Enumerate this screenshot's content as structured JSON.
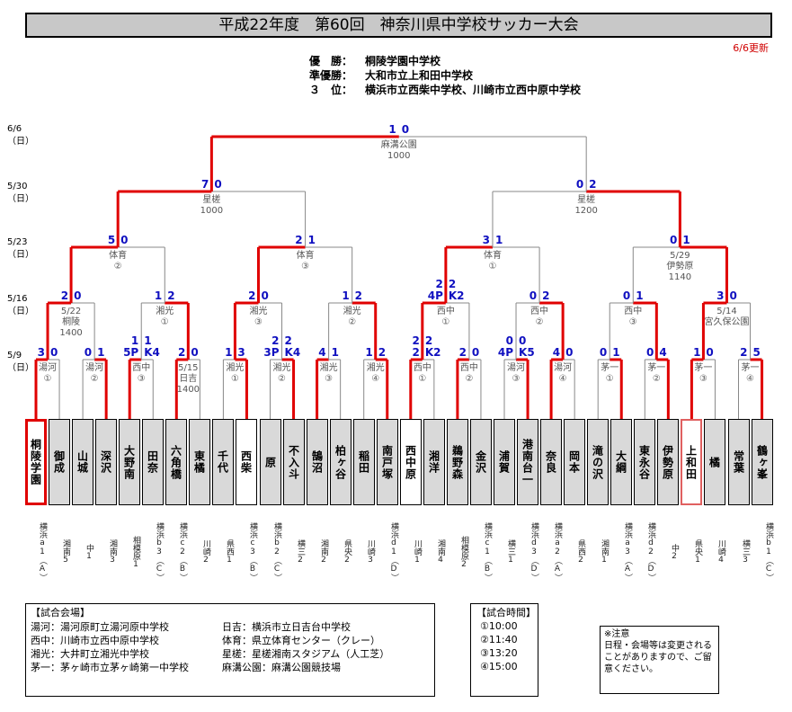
{
  "title": "平成22年度　第60回　神奈川県中学校サッカー大会",
  "updated": "6/6更新",
  "results": {
    "winner_label": "優　勝：",
    "winner": "桐陵学園中学校",
    "runner_label": "準優勝：",
    "runner": "大和市立上和田中学校",
    "third_label": "３　位：",
    "third": "横浜市立西柴中学校、川崎市立西中原中学校"
  },
  "rounds": [
    {
      "date": "6/6",
      "day": "（日）"
    },
    {
      "date": "5/30",
      "day": "（日）"
    },
    {
      "date": "5/23",
      "day": "（日）"
    },
    {
      "date": "5/16",
      "day": "（日）"
    },
    {
      "date": "5/9",
      "day": "（日）"
    }
  ],
  "teams": [
    {
      "name": "桐陵学園",
      "sub": "横浜a1（A）",
      "style": "winner"
    },
    {
      "name": "御成",
      "sub": "湘南5",
      "style": "gray"
    },
    {
      "name": "山城",
      "sub": "中1",
      "style": "gray"
    },
    {
      "name": "深沢",
      "sub": "湘南3",
      "style": "gray"
    },
    {
      "name": "大野南",
      "sub": "相模原1",
      "style": "gray"
    },
    {
      "name": "田奈",
      "sub": "横浜b3（C）",
      "style": "gray"
    },
    {
      "name": "六角橋",
      "sub": "横浜c2（B）",
      "style": "gray"
    },
    {
      "name": "東橘",
      "sub": "川崎2",
      "style": "gray"
    },
    {
      "name": "千代",
      "sub": "県西1",
      "style": "gray"
    },
    {
      "name": "西柴",
      "sub": "横浜c3（B）",
      "style": "white"
    },
    {
      "name": "原",
      "sub": "横浜b2（C）",
      "style": "gray"
    },
    {
      "name": "不入斗",
      "sub": "横三2",
      "style": "gray"
    },
    {
      "name": "鵠沼",
      "sub": "湘南2",
      "style": "gray"
    },
    {
      "name": "柏ヶ谷",
      "sub": "県央2",
      "style": "gray"
    },
    {
      "name": "稲田",
      "sub": "川崎3",
      "style": "gray"
    },
    {
      "name": "南戸塚",
      "sub": "横浜d1（D）",
      "style": "gray"
    },
    {
      "name": "西中原",
      "sub": "川崎1",
      "style": "white"
    },
    {
      "name": "湘洋",
      "sub": "湘南4",
      "style": "gray"
    },
    {
      "name": "鵜野森",
      "sub": "相模原2",
      "style": "gray"
    },
    {
      "name": "金沢",
      "sub": "横浜c1（B）",
      "style": "gray"
    },
    {
      "name": "浦賀",
      "sub": "横三1",
      "style": "gray"
    },
    {
      "name": "港南台一",
      "sub": "横浜d3（D）",
      "style": "gray"
    },
    {
      "name": "奈良",
      "sub": "横浜a2（A）",
      "style": "gray"
    },
    {
      "name": "岡本",
      "sub": "県西2",
      "style": "gray"
    },
    {
      "name": "滝の沢",
      "sub": "湘南1",
      "style": "gray"
    },
    {
      "name": "大綱",
      "sub": "横浜a3（A）",
      "style": "gray"
    },
    {
      "name": "東永谷",
      "sub": "横浜d2（D）",
      "style": "gray"
    },
    {
      "name": "伊勢原",
      "sub": "中2",
      "style": "gray"
    },
    {
      "name": "上和田",
      "sub": "県央1",
      "style": "runner"
    },
    {
      "name": "橘",
      "sub": "川崎4",
      "style": "gray"
    },
    {
      "name": "常葉",
      "sub": "横三3",
      "style": "gray"
    },
    {
      "name": "鶴ヶ峯",
      "sub": "横浜b1（C）",
      "style": "gray"
    }
  ],
  "r1": [
    {
      "l": "3",
      "r": "0",
      "venue": "湯河",
      "slot": "①",
      "w": 0
    },
    {
      "l": "0",
      "r": "1",
      "venue": "湯河",
      "slot": "②",
      "w": 1
    },
    {
      "l": "5P",
      "r": "K4",
      "venue": "西中",
      "slot": "③",
      "w": 0
    },
    {
      "l": "2",
      "r": "0",
      "venue": "5/15",
      "slot": "日吉",
      "extra": "1400",
      "w": 0
    },
    {
      "l": "1",
      "r": "3",
      "venue": "湘光",
      "slot": "①",
      "w": 1
    },
    {
      "l": "3P",
      "r": "K4",
      "venue": "湘光",
      "slot": "②",
      "w": 1
    },
    {
      "l": "4",
      "r": "1",
      "venue": "湘光",
      "slot": "③",
      "w": 0
    },
    {
      "l": "1",
      "r": "2",
      "venue": "湘光",
      "slot": "④",
      "w": 1
    },
    {
      "l": "2",
      "r": "K2",
      "venue": "西中",
      "slot": "①",
      "w": 0
    },
    {
      "l": "2",
      "r": "0",
      "venue": "西中",
      "slot": "②",
      "w": 0
    },
    {
      "l": "4P",
      "r": "K5",
      "venue": "湯河",
      "slot": "③",
      "w": 1
    },
    {
      "l": "4",
      "r": "0",
      "venue": "湯河",
      "slot": "④",
      "w": 0
    },
    {
      "l": "0",
      "r": "1",
      "venue": "茅一",
      "slot": "①",
      "w": 1
    },
    {
      "l": "0",
      "r": "4",
      "venue": "茅一",
      "slot": "②",
      "w": 1
    },
    {
      "l": "1",
      "r": "0",
      "venue": "茅一",
      "slot": "③",
      "w": 0
    },
    {
      "l": "2",
      "r": "5",
      "venue": "茅一",
      "slot": "④",
      "w": 1
    }
  ],
  "r1_pre": [
    "",
    "",
    "1",
    "",
    "",
    "2",
    "",
    "",
    "2",
    "",
    "0",
    "",
    "",
    "",
    "",
    ""
  ],
  "r1_pre_r": [
    "",
    "",
    "1",
    "",
    "",
    "2",
    "",
    "",
    "2",
    "",
    "0",
    "",
    "",
    "",
    "",
    ""
  ],
  "r2": [
    {
      "l": "2",
      "r": "0",
      "venue": "5/22",
      "slot": "桐陵",
      "extra": "1400",
      "w": 0
    },
    {
      "l": "1",
      "r": "2",
      "venue": "湘光",
      "slot": "①",
      "w": 1
    },
    {
      "l": "2",
      "r": "0",
      "venue": "湘光",
      "slot": "③",
      "w": 0
    },
    {
      "l": "1",
      "r": "2",
      "venue": "湘光",
      "slot": "②",
      "w": 1
    },
    {
      "l": "4P",
      "r": "K2",
      "venue": "西中",
      "slot": "①",
      "w": 0
    },
    {
      "l": "0",
      "r": "2",
      "venue": "西中",
      "slot": "②",
      "w": 1
    },
    {
      "l": "0",
      "r": "1",
      "venue": "西中",
      "slot": "③",
      "w": 1
    },
    {
      "l": "3",
      "r": "0",
      "venue": "5/14",
      "slot": "宮久保公園",
      "w": 0
    }
  ],
  "r2_pre": [
    "",
    "",
    "",
    "",
    "2",
    "",
    "",
    ""
  ],
  "r2_pre_r": [
    "",
    "",
    "",
    "",
    "2",
    "",
    "",
    ""
  ],
  "r3": [
    {
      "l": "5",
      "r": "0",
      "venue": "体育",
      "slot": "②",
      "w": 0
    },
    {
      "l": "2",
      "r": "1",
      "venue": "体育",
      "slot": "③",
      "w": 0
    },
    {
      "l": "3",
      "r": "1",
      "venue": "体育",
      "slot": "①",
      "w": 0
    },
    {
      "l": "0",
      "r": "1",
      "venue": "5/29",
      "slot": "伊勢原",
      "extra": "1140",
      "w": 1
    }
  ],
  "r4": [
    {
      "l": "7",
      "r": "0",
      "venue": "星槎",
      "slot": "1000",
      "w": 0
    },
    {
      "l": "0",
      "r": "2",
      "venue": "星槎",
      "slot": "1200",
      "w": 1
    }
  ],
  "r5": [
    {
      "l": "1",
      "r": "0",
      "venue": "麻溝公園",
      "slot": "1000",
      "w": 0
    }
  ],
  "venues": {
    "header": "【試合会場】",
    "left": [
      "湯河：湯河原町立湯河原中学校",
      "西中：川崎市立西中原中学校",
      "湘光：大井町立湘光中学校",
      "茅一：茅ヶ崎市立茅ヶ崎第一中学校"
    ],
    "right": [
      "日吉：横浜市立日吉台中学校",
      "体育：県立体育センター（クレー）",
      "星槎：星槎湘南スタジアム（人工芝）",
      "麻溝公園：麻溝公園競技場"
    ]
  },
  "times": {
    "header": "【試合時間】",
    "list": [
      "①10:00",
      "②11:40",
      "③13:20",
      "④15:00"
    ]
  },
  "note": {
    "header": "※注意",
    "text": "日程・会場等は変更されることがありますので、ご留意ください。"
  },
  "colors": {
    "win": "#e00000",
    "line": "#888888",
    "score": "#1010c0"
  }
}
